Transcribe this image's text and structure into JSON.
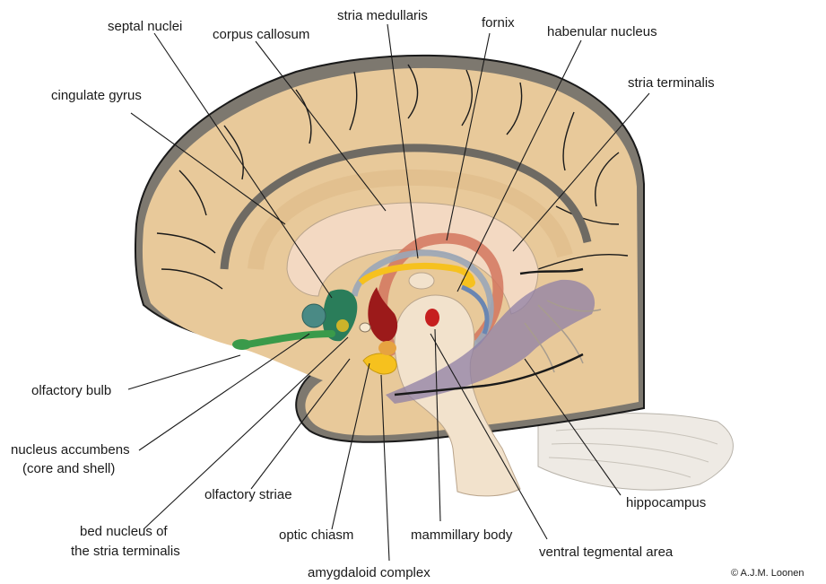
{
  "figure": {
    "labels": {
      "septal_nuclei": "septal nuclei",
      "corpus_callosum": "corpus callosum",
      "stria_medullaris": "stria medullaris",
      "fornix": "fornix",
      "habenular_nucleus": "habenular nucleus",
      "stria_terminalis": "stria terminalis",
      "cingulate_gyrus": "cingulate gyrus",
      "olfactory_bulb": "olfactory bulb",
      "nucleus_accumbens_1": "nucleus accumbens",
      "nucleus_accumbens_2": "(core and shell)",
      "olfactory_striae": "olfactory striae",
      "bed_nucleus_1": "bed nucleus of",
      "bed_nucleus_2": "the stria terminalis",
      "optic_chiasm": "optic chiasm",
      "mammillary_body": "mammillary body",
      "amygdaloid_complex": "amygdaloid complex",
      "ventral_tegmental_area": "ventral tegmental area",
      "hippocampus": "hippocampus"
    },
    "copyright": "© A.J.M. Loonen",
    "colors": {
      "cortex": "#e8c99a",
      "sulcus": "#8a8478",
      "callosum": "#f3d9c2",
      "fornix": "#d2765e",
      "stria_terminalis": "#f6c11e",
      "septal": "#2a7d5a",
      "olfactory": "#3a9a4a",
      "red_structure": "#9c1a1a",
      "hippocampus": "#8f7fa6",
      "brainstem": "#f2e2cc",
      "habenula_blue": "#6a86b2"
    }
  }
}
